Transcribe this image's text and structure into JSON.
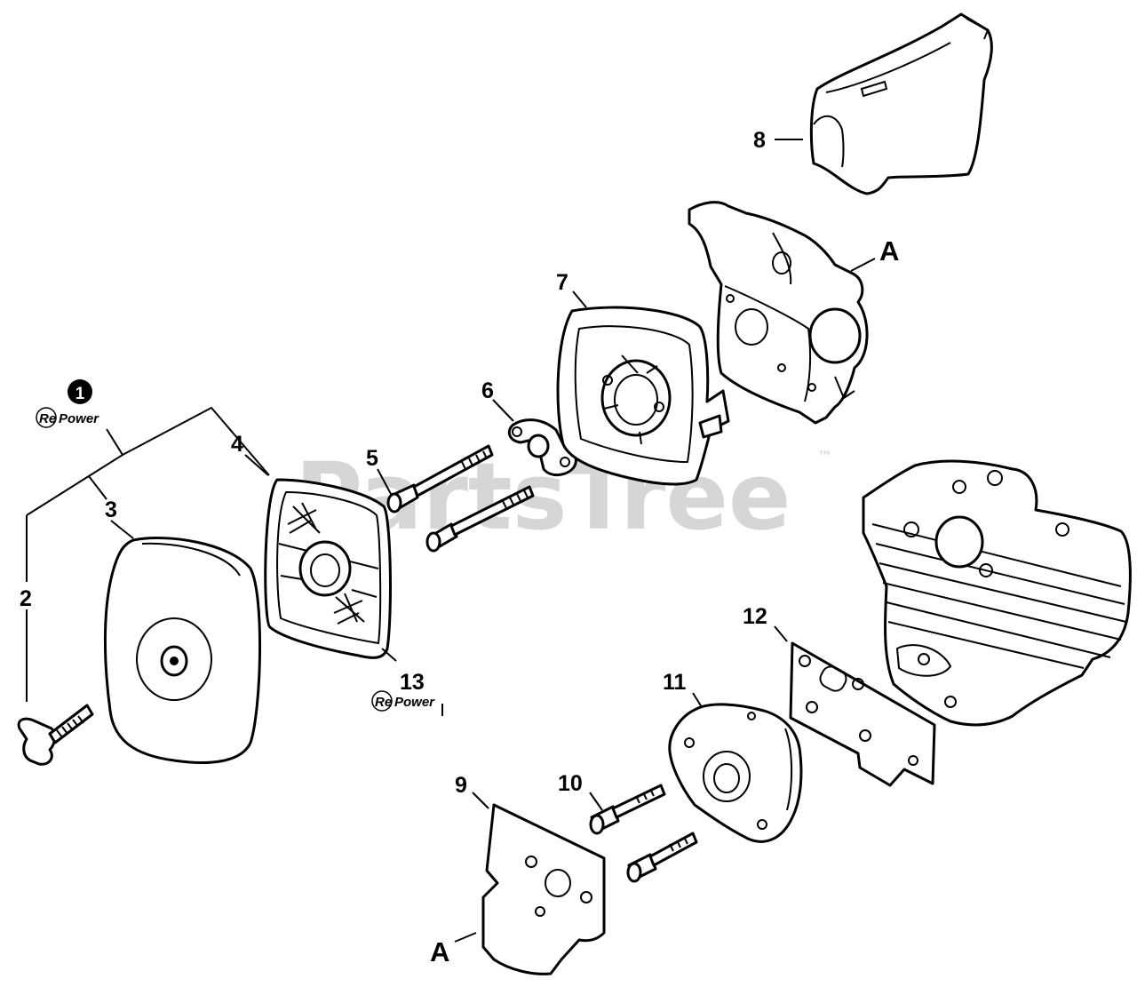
{
  "watermark": "PartsTree",
  "trademark": "™",
  "badge_number": "1",
  "repower_brand_re": "Re",
  "repower_brand_power": "Power",
  "labels": {
    "p1": "2",
    "p2": "3",
    "p3": "4",
    "p4": "5",
    "p5": "6",
    "p6": "7",
    "p7": "8",
    "p8": "9",
    "p9": "10",
    "p10": "11",
    "p11": "12",
    "p12": "13",
    "ref_a_top": "A",
    "ref_a_bottom": "A"
  },
  "parts": [
    "wing-bolt",
    "air-cleaner-cover",
    "air-filter-element",
    "bolts",
    "bracket-plate",
    "air-cleaner-case",
    "carburetor-cover",
    "carburetor",
    "gasket-9",
    "bolts-10",
    "insulator",
    "gasket-12",
    "cylinder"
  ]
}
